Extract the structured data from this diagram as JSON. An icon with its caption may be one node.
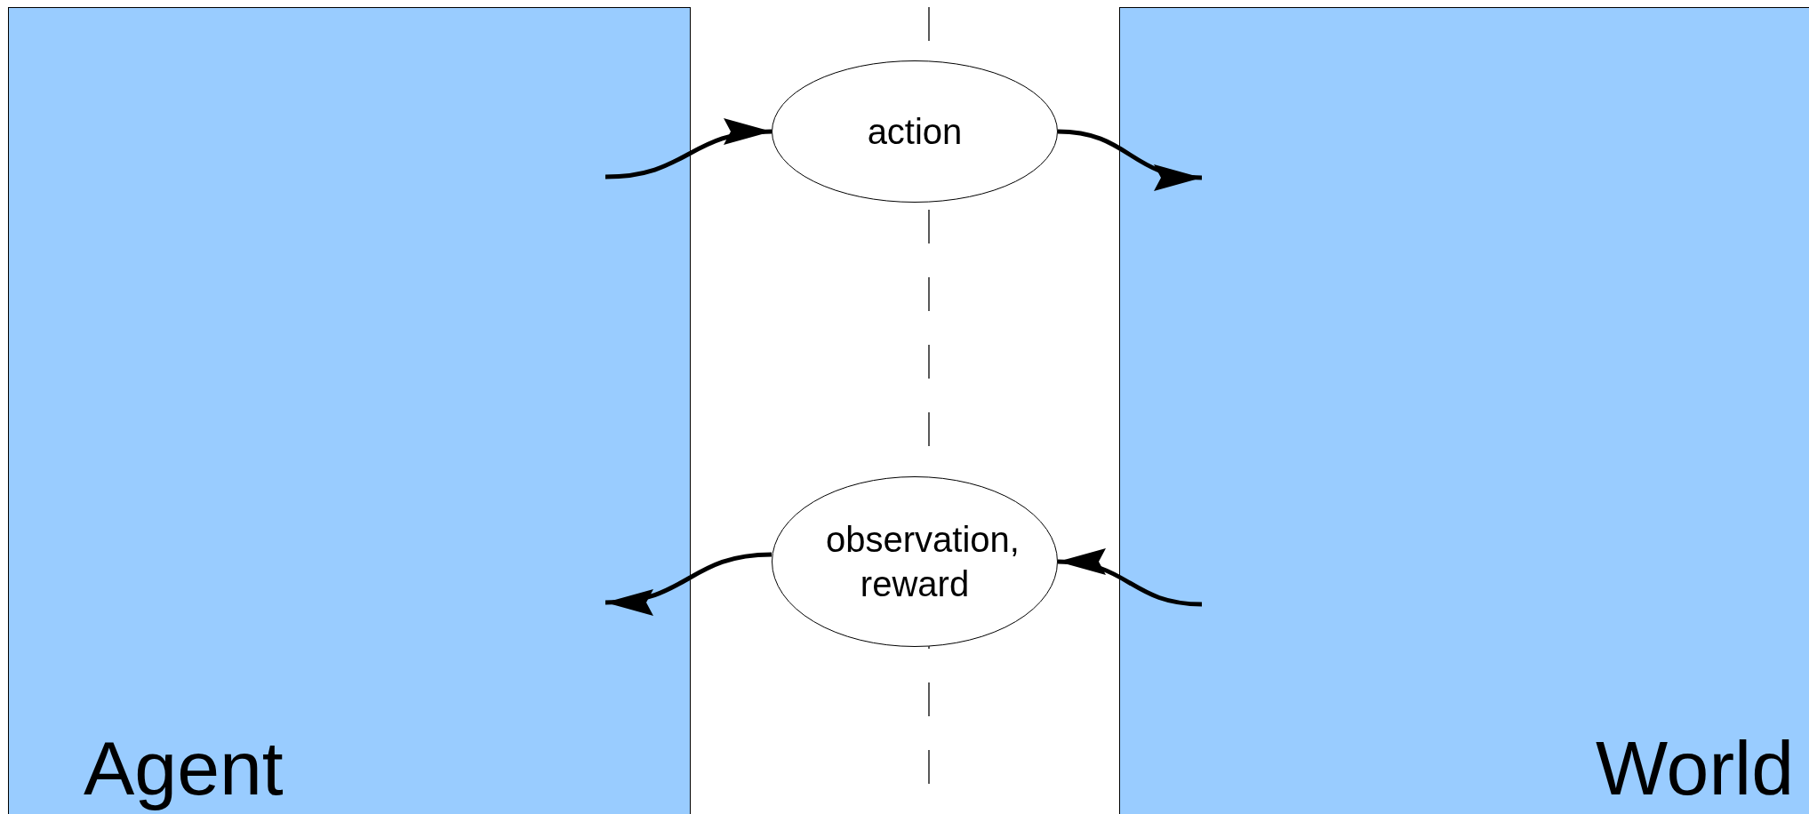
{
  "diagram": {
    "nodes": [
      {
        "text": [
          "Agent"
        ]
      },
      {
        "text": [
          "World"
        ]
      },
      {
        "text": [
          "action"
        ]
      },
      {
        "text": [
          "observation, reward"
        ]
      }
    ],
    "edges": [
      {
        "from": 0,
        "to": 2,
        "arrow": "to"
      },
      {
        "from": 2,
        "to": 1,
        "arrow": "to"
      },
      {
        "from": 1,
        "to": 3,
        "arrow": "to"
      },
      {
        "from": 3,
        "to": 0,
        "arrow": "to"
      }
    ]
  }
}
